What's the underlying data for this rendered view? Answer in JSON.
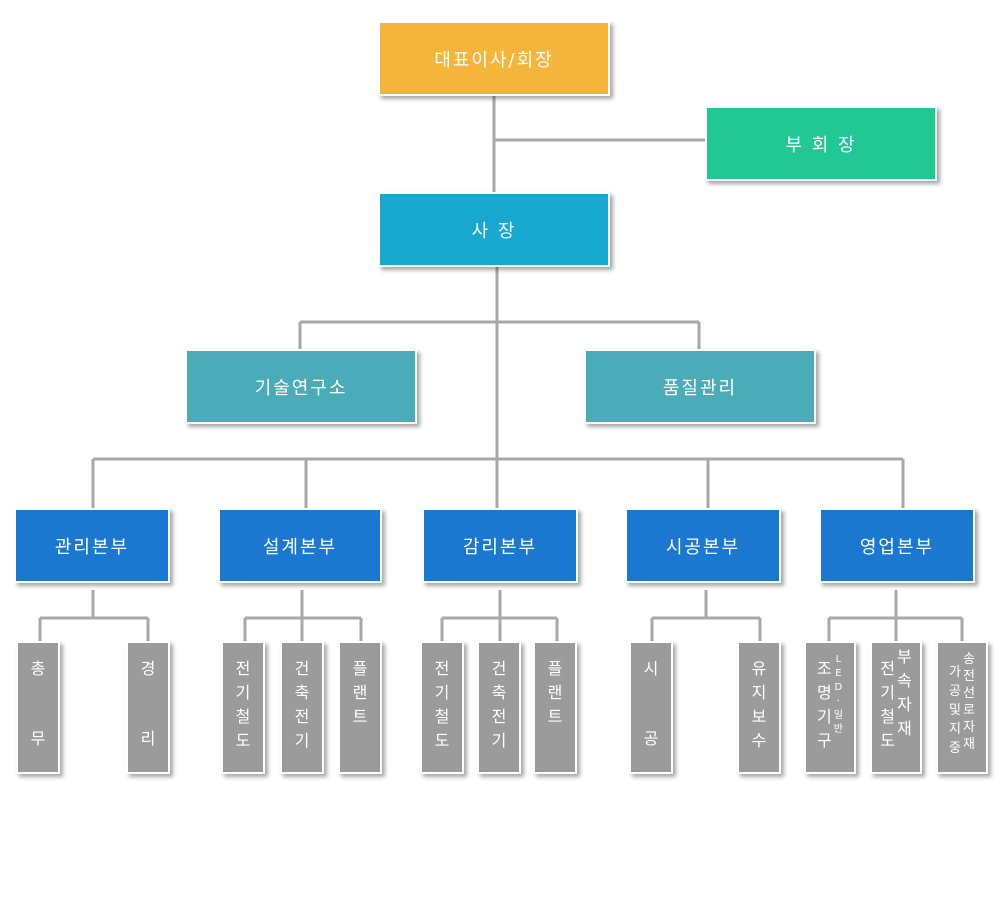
{
  "colors": {
    "ceo": "#f5b53a",
    "vice_chairman": "#21c893",
    "president": "#17a8cf",
    "staff": "#4aabb9",
    "division": "#1b78d0",
    "team": "#9b9b9b",
    "connector": "#a8a8a8"
  },
  "nodes": {
    "ceo": "대표이사/회장",
    "vice_chairman": "부 회 장",
    "president": "사 장",
    "research_lab": "기술연구소",
    "quality": "품질관리"
  },
  "divisions": [
    {
      "label": "관리본부"
    },
    {
      "label": "설계본부"
    },
    {
      "label": "감리본부"
    },
    {
      "label": "시공본부"
    },
    {
      "label": "영업본부"
    }
  ],
  "teams": {
    "admin": {
      "general_affairs": [
        "총",
        "무"
      ],
      "accounting": [
        "경",
        "리"
      ]
    },
    "design": {
      "rail": [
        "전",
        "기",
        "철",
        "도"
      ],
      "building": [
        "건",
        "축",
        "전",
        "기"
      ],
      "plant": [
        "플",
        "랜",
        "트"
      ]
    },
    "supervision": {
      "rail": [
        "전",
        "기",
        "철",
        "도"
      ],
      "building": [
        "건",
        "축",
        "전",
        "기"
      ],
      "plant": [
        "플",
        "랜",
        "트"
      ]
    },
    "construction": {
      "works": [
        "시",
        "공"
      ],
      "maintenance": [
        "유",
        "지",
        "보",
        "수"
      ]
    },
    "sales": {
      "lighting_main": [
        "조",
        "명",
        "기",
        "구"
      ],
      "lighting_sub": [
        "L",
        "E",
        "D",
        "·",
        "일",
        "반"
      ],
      "rail_main": [
        "전",
        "기",
        "철",
        "도"
      ],
      "rail_sub": [
        "부",
        "속",
        "자",
        "재"
      ],
      "trans_main": [
        "가",
        "공",
        "및",
        "지",
        "중"
      ],
      "trans_sub": [
        "송",
        "전",
        "선",
        "로",
        "자",
        "재"
      ]
    }
  }
}
